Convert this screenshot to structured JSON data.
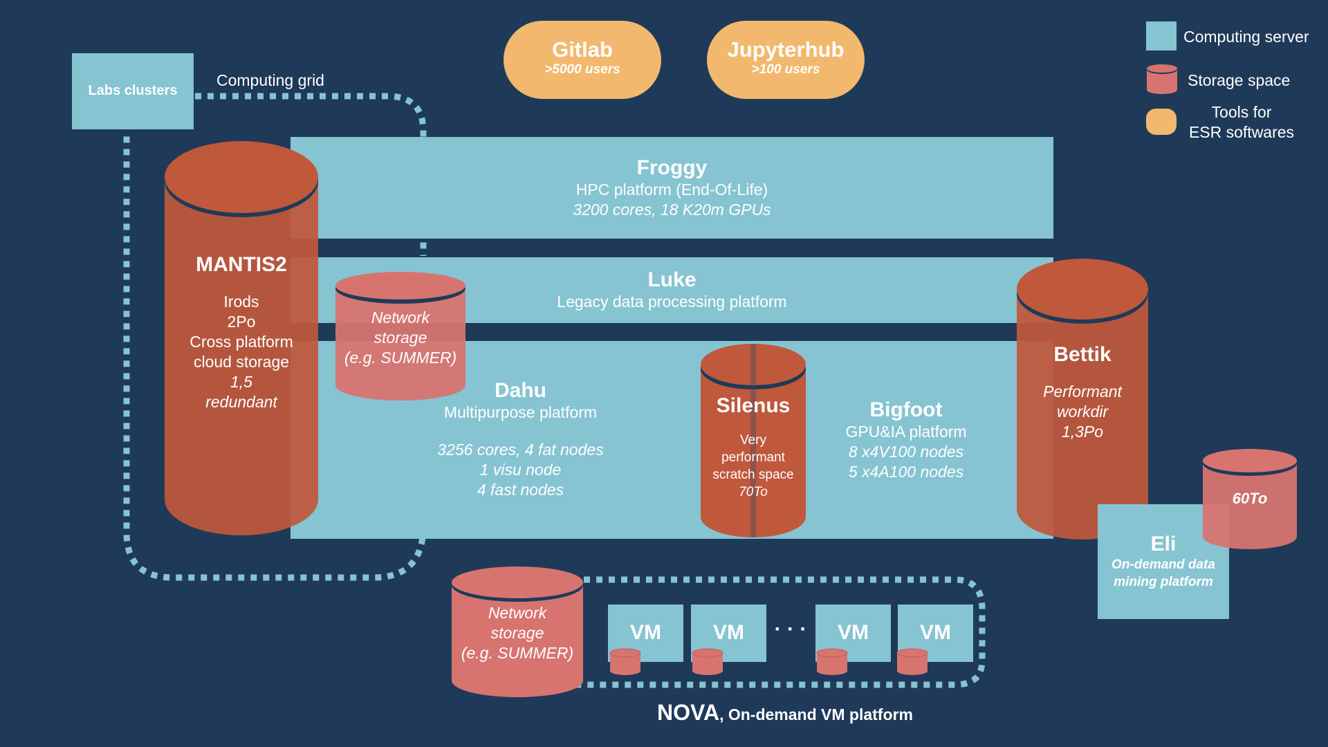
{
  "legend": {
    "computing_server": "Computing server",
    "storage_space": "Storage space",
    "tools_line1": "Tools for",
    "tools_line2": "ESR softwares"
  },
  "colors": {
    "background": "#1e3a58",
    "computing_server": "#86c4d2",
    "storage_primary": "#c0583c",
    "storage_secondary": "#d77470",
    "tools": "#f2b86d"
  },
  "tools": {
    "gitlab": {
      "name": "Gitlab",
      "users": ">5000 users"
    },
    "jupyterhub": {
      "name": "Jupyterhub",
      "users": ">100 users"
    }
  },
  "labs_clusters": "Labs clusters",
  "computing_grid": "Computing grid",
  "froggy": {
    "name": "Froggy",
    "desc": "HPC platform (End-Of-Life)",
    "specs": "3200 cores, 18 K20m GPUs"
  },
  "luke": {
    "name": "Luke",
    "desc": "Legacy data processing platform"
  },
  "mantis2": {
    "name": "MANTIS2",
    "l1": "Irods",
    "l2": "2Po",
    "l3": "Cross platform",
    "l4": "cloud storage",
    "l5": "1,5",
    "l6": "redundant"
  },
  "network_storage_top": {
    "l1": "Network",
    "l2": "storage",
    "l3": "(e.g. SUMMER)"
  },
  "dahu": {
    "name": "Dahu",
    "desc": "Multipurpose platform",
    "s1": "3256 cores, 4 fat nodes",
    "s2": "1 visu node",
    "s3": "4 fast nodes"
  },
  "silenus": {
    "name": "Silenus",
    "l1": "Very",
    "l2": "performant",
    "l3": "scratch space",
    "l4": "70To"
  },
  "bigfoot": {
    "name": "Bigfoot",
    "desc": "GPU&IA platform",
    "s1": "8 x4V100 nodes",
    "s2": "5 x4A100  nodes"
  },
  "bettik": {
    "name": "Bettik",
    "l1": "Performant",
    "l2": "workdir",
    "l3": "1,3Po"
  },
  "eli": {
    "name": "Eli",
    "l1": "On-demand data",
    "l2": "mining platform",
    "storage": "60To"
  },
  "network_storage_bottom": {
    "l1": "Network",
    "l2": "storage",
    "l3": "(e.g. SUMMER)"
  },
  "nova": {
    "name": "NOVA",
    "desc": ", On-demand VM platform",
    "vm_label": "VM",
    "ellipsis": "· · ·"
  }
}
